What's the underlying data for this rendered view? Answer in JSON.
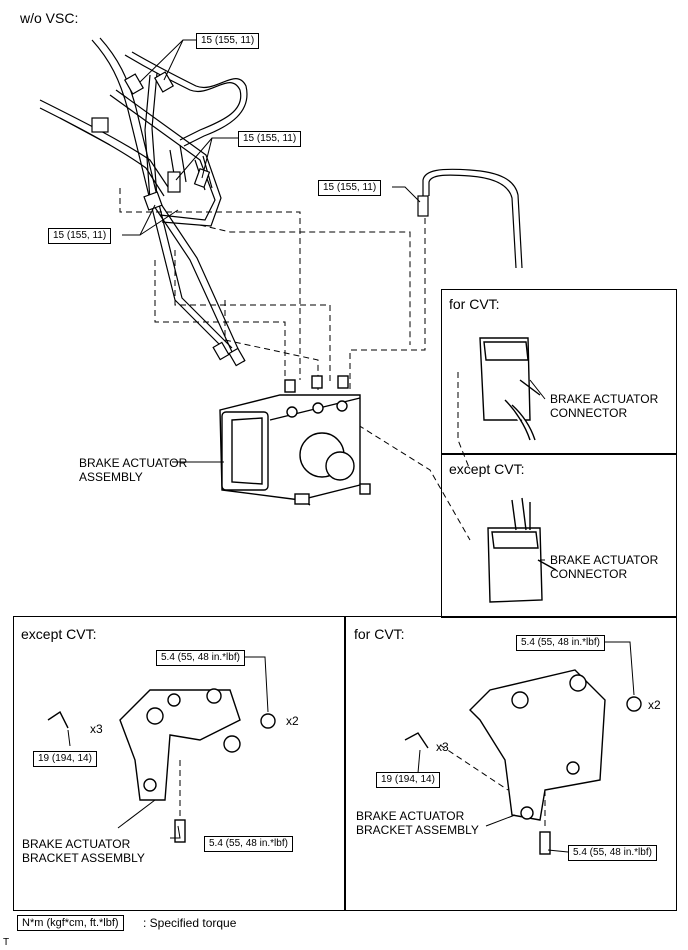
{
  "header": {
    "variant_label": "w/o VSC:"
  },
  "torques": {
    "t1": "15 (155, 11)",
    "t2": "15 (155, 11)",
    "t3": "15 (155, 11)",
    "t4": "15 (155, 11)",
    "bracket_nut_ex": "5.4 (55, 48 in.*lbf)",
    "bracket_bolt_ex": "19 (194, 14)",
    "bracket_lower_ex": "5.4 (55, 48 in.*lbf)",
    "bracket_nut_cvt": "5.4 (55, 48 in.*lbf)",
    "bracket_bolt_cvt": "19 (194, 14)",
    "bracket_lower_cvt": "5.4 (55, 48 in.*lbf)"
  },
  "labels": {
    "actuator_assembly": [
      "BRAKE ACTUATOR",
      "ASSEMBLY"
    ],
    "connector_cvt": [
      "BRAKE ACTUATOR",
      "CONNECTOR"
    ],
    "connector_ex": [
      "BRAKE ACTUATOR",
      "CONNECTOR"
    ],
    "bracket_ex": [
      "BRAKE ACTUATOR",
      "BRACKET ASSEMBLY"
    ],
    "bracket_cvt": [
      "BRAKE ACTUATOR",
      "BRACKET ASSEMBLY"
    ]
  },
  "panels": {
    "for_cvt_top": "for CVT:",
    "except_cvt_top": "except CVT:",
    "except_cvt_bottom": "except CVT:",
    "for_cvt_bottom": "for CVT:"
  },
  "quantities": {
    "x3_ex": "x3",
    "x2_ex": "x2",
    "x3_cvt": "x3",
    "x2_cvt": "x2"
  },
  "legend": {
    "unit_box": "N*m (kgf*cm, ft.*lbf)",
    "description": ": Specified torque"
  },
  "footer": {
    "mark": "T"
  }
}
